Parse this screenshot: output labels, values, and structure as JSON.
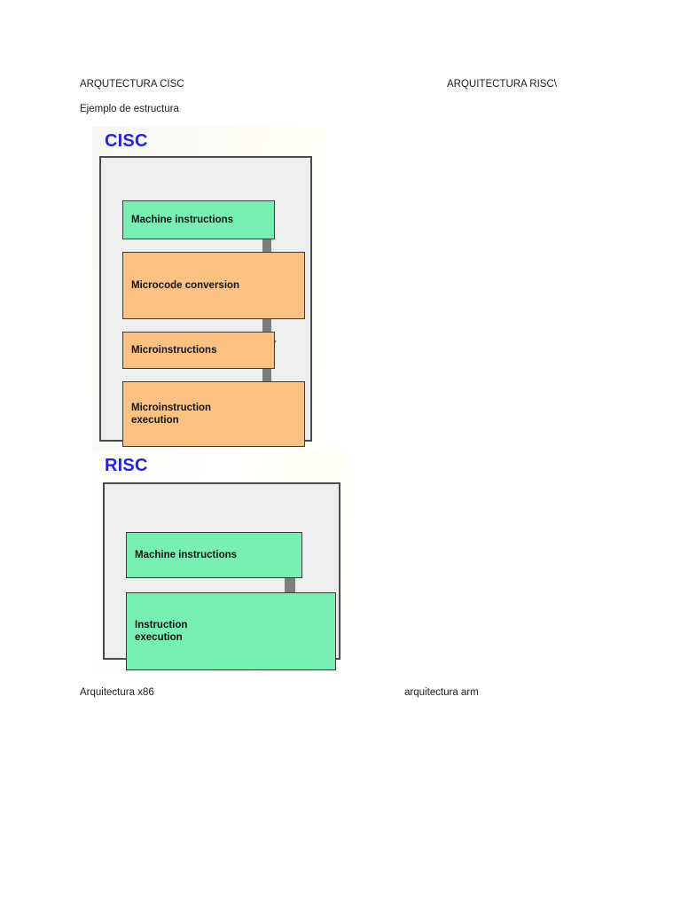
{
  "document": {
    "headers": {
      "left": "ARQUTECTURA CISC",
      "right": "ARQUITECTURA RISC\\"
    },
    "subtitle": "Ejemplo de estructura",
    "footers": {
      "left": "Arquitectura x86",
      "right": "arquitectura arm"
    }
  },
  "figures": [
    {
      "id": "cisc",
      "title": "CISC",
      "title_color": "#2222e0",
      "blocks": [
        {
          "label": "Machine instructions",
          "color": "#78efb2",
          "kind": "green"
        },
        {
          "label": "Microcode conversion",
          "color": "#fac183",
          "kind": "orange"
        },
        {
          "label": "Microinstructions",
          "color": "#fac183",
          "kind": "orange"
        },
        {
          "label": "Microinstruction\nexecution",
          "color": "#fac183",
          "kind": "orange"
        }
      ],
      "arrow_color": "#7d7d7d",
      "frame_color": "#4a4a4a",
      "frame_fill": "#eeeeee"
    },
    {
      "id": "risc",
      "title": "RISC",
      "title_color": "#2222e0",
      "blocks": [
        {
          "label": "Machine instructions",
          "color": "#78efb2",
          "kind": "green"
        },
        {
          "label": "Instruction\nexecution",
          "color": "#78efb2",
          "kind": "green"
        }
      ],
      "arrow_color": "#7d7d7d",
      "frame_color": "#4a4a4a",
      "frame_fill": "#eeeeee"
    }
  ]
}
